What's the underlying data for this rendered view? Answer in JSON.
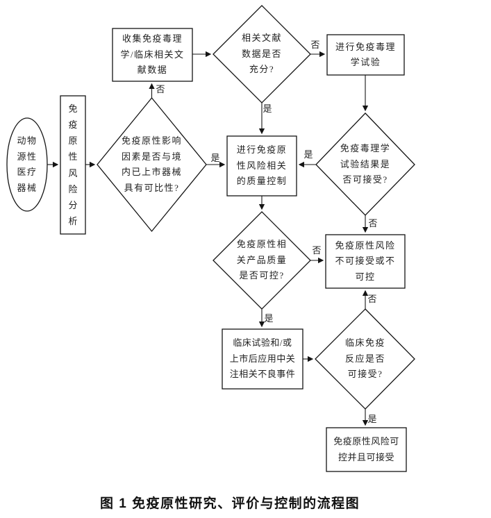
{
  "figure": {
    "caption": "图 1 免疫原性研究、评价与控制的流程图"
  },
  "flowchart": {
    "nodes": {
      "start": {
        "shape": "ellipse",
        "label": "动物\n源性\n医疗\n器械"
      },
      "risk_analysis": {
        "shape": "rect",
        "label": "免\n疫\n原\n性\n风\n险\n分\n析"
      },
      "comparability": {
        "shape": "diamond",
        "label": "免疫原性影响\n因素是否与境\n内已上市器械\n具有可比性?"
      },
      "collect_literature": {
        "shape": "rect",
        "label": "收集免疫毒理\n学/临床相关文\n献数据"
      },
      "literature_sufficient": {
        "shape": "diamond",
        "label": "相关文献\n数据是否\n充分?"
      },
      "immunotox_test": {
        "shape": "rect",
        "label": "进行免疫毒理\n学试验"
      },
      "quality_control": {
        "shape": "rect",
        "label": "进行免疫原\n性风险相关\n的质量控制"
      },
      "tox_result": {
        "shape": "diamond",
        "label": "免疫毒理学\n试验结果是\n否可接受?"
      },
      "product_quality": {
        "shape": "diamond",
        "label": "免疫原性相\n关产品质量\n是否可控?"
      },
      "risk_unacceptable": {
        "shape": "rect",
        "label": "免疫原性风险\n不可接受或不\n可控"
      },
      "clinical_trial": {
        "shape": "rect",
        "label": "临床试验和/或\n上市后应用中关\n注相关不良事件"
      },
      "clinical_immune": {
        "shape": "diamond",
        "label": "临床免疫\n反应是否\n可接受?"
      },
      "risk_acceptable": {
        "shape": "rect",
        "label": "免疫原性风险可\n控并且可接受"
      }
    },
    "edges": [
      {
        "from": "start",
        "to": "risk_analysis",
        "label": ""
      },
      {
        "from": "risk_analysis",
        "to": "comparability",
        "label": ""
      },
      {
        "from": "comparability",
        "to": "collect_literature",
        "label": "否"
      },
      {
        "from": "collect_literature",
        "to": "literature_sufficient",
        "label": ""
      },
      {
        "from": "literature_sufficient",
        "to": "immunotox_test",
        "label": "否"
      },
      {
        "from": "literature_sufficient",
        "to": "quality_control",
        "label": "是"
      },
      {
        "from": "immunotox_test",
        "to": "tox_result",
        "label": ""
      },
      {
        "from": "tox_result",
        "to": "quality_control",
        "label": "是"
      },
      {
        "from": "comparability",
        "to": "quality_control",
        "label": "是"
      },
      {
        "from": "quality_control",
        "to": "product_quality",
        "label": ""
      },
      {
        "from": "product_quality",
        "to": "risk_unacceptable",
        "label": "否"
      },
      {
        "from": "tox_result",
        "to": "risk_unacceptable",
        "label": "否"
      },
      {
        "from": "clinical_immune",
        "to": "risk_unacceptable",
        "label": "否"
      },
      {
        "from": "product_quality",
        "to": "clinical_trial",
        "label": "是"
      },
      {
        "from": "clinical_trial",
        "to": "clinical_immune",
        "label": ""
      },
      {
        "from": "clinical_immune",
        "to": "risk_acceptable",
        "label": "是"
      }
    ]
  }
}
